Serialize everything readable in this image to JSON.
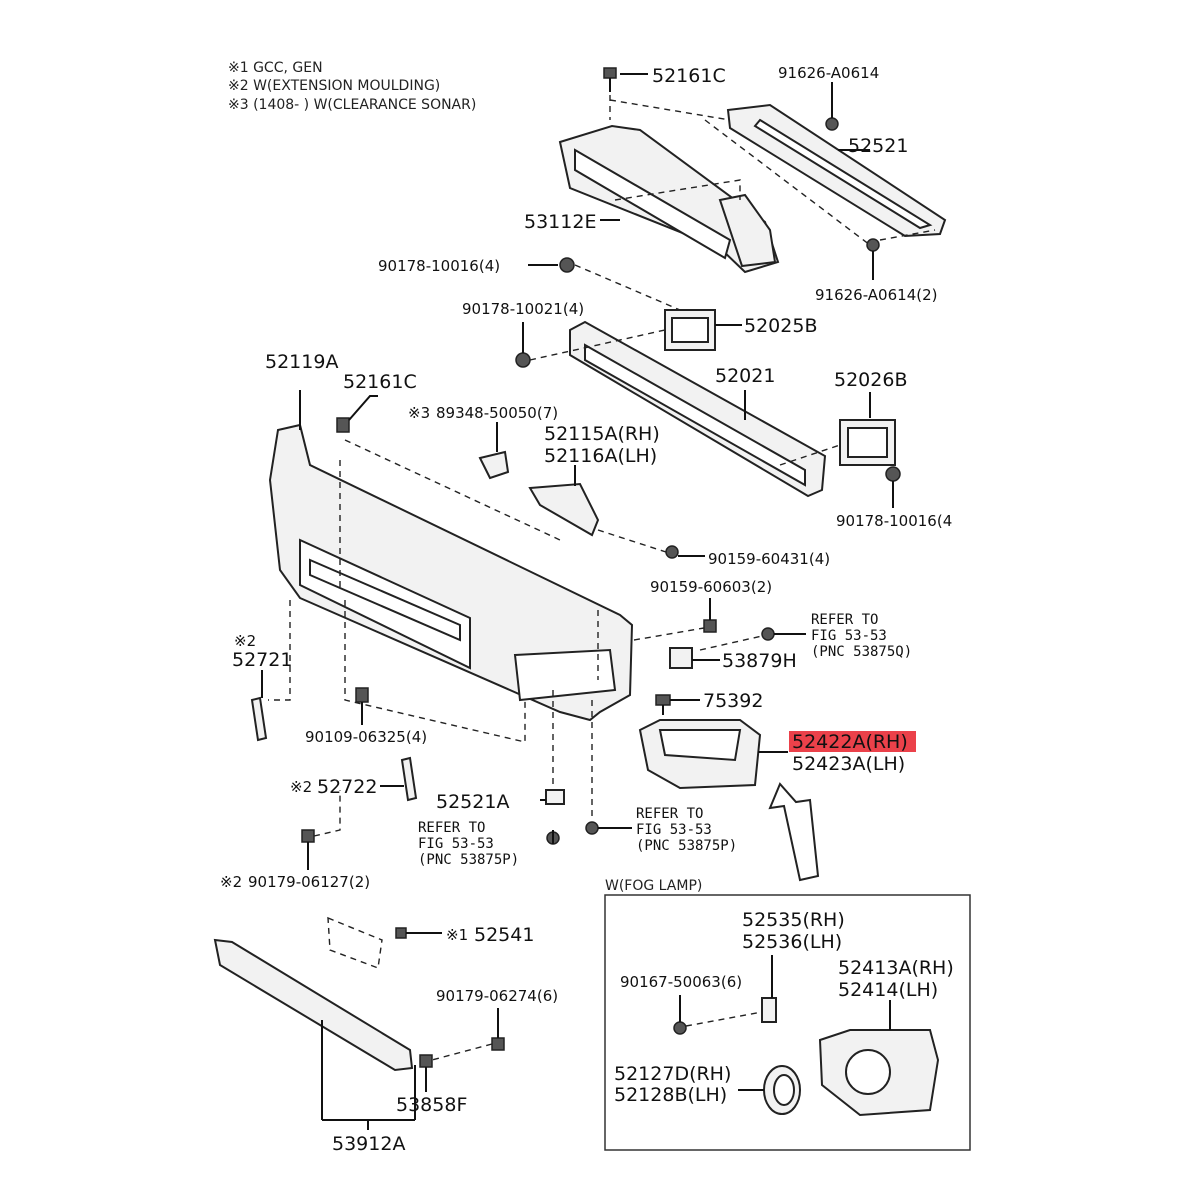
{
  "notes": {
    "n1": "※1 GCC, GEN",
    "n2": "※2 W(EXTENSION MOULDING)",
    "n3": "※3 (1408-        ) W(CLEARANCE SONAR)"
  },
  "highlight_color": "#e8202a",
  "labels": {
    "p52161C_top": "52161C",
    "p91626_A0614": "91626-A0614",
    "p52521": "52521",
    "p53112E": "53112E",
    "p90178_10016_4a": "90178-10016(4)",
    "p91626_A0614_2": "91626-A0614(2)",
    "p90178_10021_4": "90178-10021(4)",
    "p52025B": "52025B",
    "p52119A": "52119A",
    "p52161C_left": "52161C",
    "p52021": "52021",
    "p52026B": "52026B",
    "p89348_prefix": "※3",
    "p89348": "89348-50050(7)",
    "p52115A": "52115A(RH)",
    "p52116A": "52116A(LH)",
    "p90178_10016_4b": "90178-10016(4",
    "p90159_60431": "90159-60431(4)",
    "p90159_60603": "90159-60603(2)",
    "p52721_prefix": "※2",
    "p52721": "52721",
    "refer1_a": "REFER TO",
    "refer1_b": "FIG 53-53",
    "refer1_c": "(PNC 53875Q)",
    "p53879H": "53879H",
    "p75392": "75392",
    "p90109_06325": "90109-06325(4)",
    "p52422A": "52422A(RH)",
    "p52423A": "52423A(LH)",
    "p52722_prefix": "※2",
    "p52722": "52722",
    "p52521A": "52521A",
    "refer2_a": "REFER TO",
    "refer2_b": "FIG 53-53",
    "refer2_c": "(PNC 53875P)",
    "refer3_a": "REFER TO",
    "refer3_b": "FIG 53-53",
    "refer3_c": "(PNC 53875P)",
    "p90179_06127_prefix": "※2",
    "p90179_06127": "90179-06127(2)",
    "fog_title": "W(FOG LAMP)",
    "p52541_prefix": "※1",
    "p52541": "52541",
    "p52535": "52535(RH)",
    "p52536": "52536(LH)",
    "p90179_06274": "90179-06274(6)",
    "p90167_50063": "90167-50063(6)",
    "p52413A": "52413A(RH)",
    "p52414": "52414(LH)",
    "p52127D": "52127D(RH)",
    "p52128B": "52128B(LH)",
    "p53858F": "53858F",
    "p53912A": "53912A"
  }
}
